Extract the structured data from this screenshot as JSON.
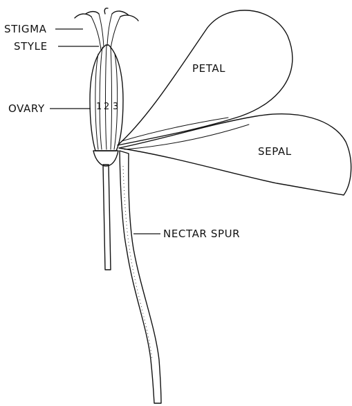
{
  "labels": {
    "stigma": "STIGMA",
    "style": "STYLE",
    "ovary": "OVARY",
    "petal": "PETAL",
    "sepal": "SEPAL",
    "nectar_spur": "NECTAR SPUR"
  },
  "carpel_numbers": [
    "1",
    "2",
    "3"
  ],
  "colors": {
    "ink": "#111111",
    "background": "#ffffff"
  }
}
